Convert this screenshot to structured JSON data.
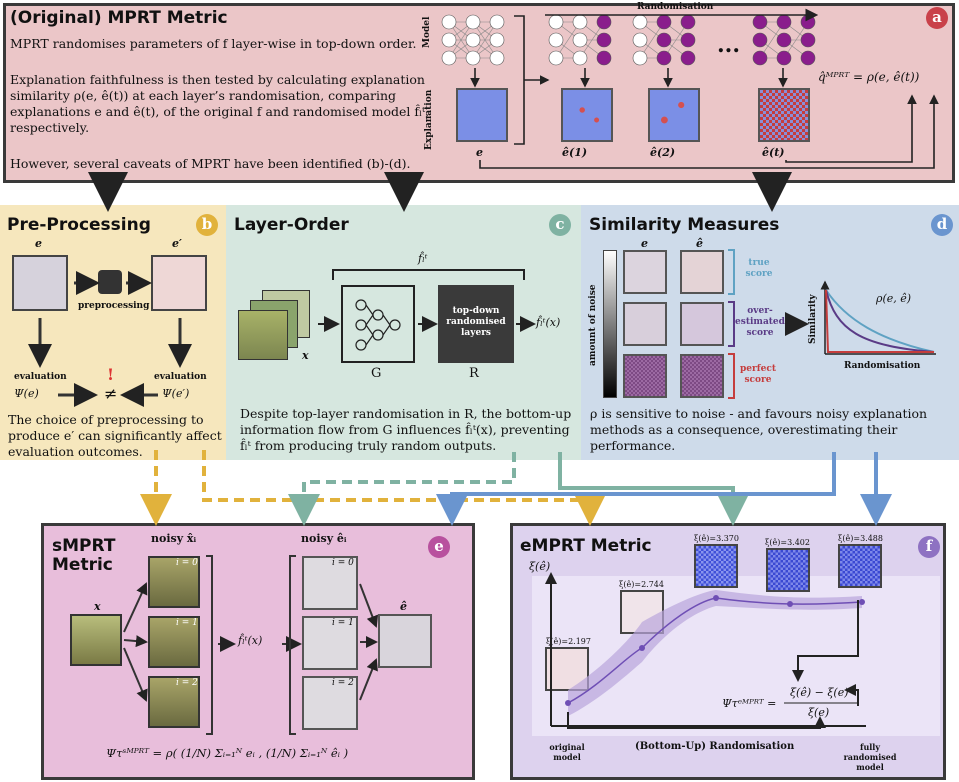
{
  "colors": {
    "panel_a": "#ebc6c8",
    "panel_b": "#f6e7bd",
    "panel_c": "#d6e7df",
    "panel_d": "#cedbea",
    "panel_e": "#e8bedb",
    "panel_f": "#ddd2ee",
    "badge_a": "#c9414a",
    "badge_b": "#e1b23c",
    "badge_c": "#7fb2a2",
    "badge_d": "#6a95cf",
    "badge_e": "#b8519e",
    "badge_f": "#8e72c2"
  },
  "panel_a": {
    "badge": "a",
    "title": "(Original) MPRT Metric",
    "p1": "MPRT randomises parameters of f layer-wise in top-down order.",
    "p2": "Explanation faithfulness is then tested by calculating explanation similarity ρ(e, ê(t)) at each layer’s randomisation, comparing explanations e and ê(t), of the original f and randomised model f̂ₗᵗ, respectively.",
    "p3": "However, several caveats of MPRT have been identified (b)-(d).",
    "model_label": "Model",
    "explanation_label": "Explanation",
    "randomisation_label": "Randomisation",
    "e_label": "e",
    "e1_label": "ê(1)",
    "e2_label": "ê(2)",
    "et_label": "ê(t)",
    "dots": "...",
    "qhat": "q̂ᴹᴾᴿᵀ = ρ(e, ê(t))"
  },
  "panel_b": {
    "badge": "b",
    "title": "Pre-Processing",
    "e_label": "e",
    "eprime_label": "e′",
    "preprocessing": "preprocessing",
    "evaluation_left": "evaluation",
    "evaluation_right": "evaluation",
    "psi_left": "Ψ(e)",
    "psi_right": "Ψ(e′)",
    "neq": "≠",
    "exclaim": "!",
    "text": "The choice of preprocessing to produce e′ can significantly affect evaluation outcomes."
  },
  "panel_c": {
    "badge": "c",
    "title": "Layer-Order",
    "fhat_top": "f̂ₗᵗ",
    "x_label": "x",
    "box_r_text": "top-down randomised layers",
    "g_label": "G",
    "r_label": "R",
    "output": "f̂ₗᵗ(x)",
    "text": "Despite top-layer randomisation in R, the bottom-up information flow from G influences f̂ₗᵗ(x), preventing f̂ₗᵗ from producing truly random outputs."
  },
  "panel_d": {
    "badge": "d",
    "title": "Similarity Measures",
    "e_label": "e",
    "ehat_label": "ê",
    "noise_axis": "amount of noise",
    "true_score": "true score",
    "over_score": "over-estimated score",
    "perfect_score": "perfect score",
    "rho": "ρ(e, ê)",
    "similarity_axis": "Similarity",
    "randomisation_axis": "Randomisation",
    "text": "ρ is sensitive to noise - and favours noisy explanation methods as a consequence, overestimating their performance."
  },
  "panel_e": {
    "badge": "e",
    "title_line1": "sMPRT",
    "title_line2": "Metric",
    "noisy_x": "noisy x̂ᵢ",
    "noisy_e": "noisy êᵢ",
    "x_label": "x",
    "ehat_label": "ê",
    "fhat_x": "f̂ₗᵗ(x)",
    "i0": "i = 0",
    "i1": "i = 1",
    "i2": "i = 2",
    "formula": "Ψτˢᴹᴾᴿᵀ = ρ( (1/N) Σᵢ₌₁ᴺ eᵢ , (1/N) Σᵢ₌₁ᴺ êᵢ )"
  },
  "panel_f": {
    "badge": "f",
    "title": "eMPRT Metric",
    "y_axis": "ξ(ê)",
    "x_axis": "(Bottom-Up) Randomisation",
    "original_model": "original model",
    "fully_randomised": "fully randomised model",
    "values": [
      "ξ(ê)=2.197",
      "ξ(ê)=2.744",
      "ξ(ê)=3.370",
      "ξ(ê)=3.402",
      "ξ(ê)=3.488"
    ],
    "formula_lhs": "Ψτᵉᴹᴾᴿᵀ =",
    "formula_num": "ξ(ê) − ξ(e)",
    "formula_den": "ξ(e)"
  }
}
